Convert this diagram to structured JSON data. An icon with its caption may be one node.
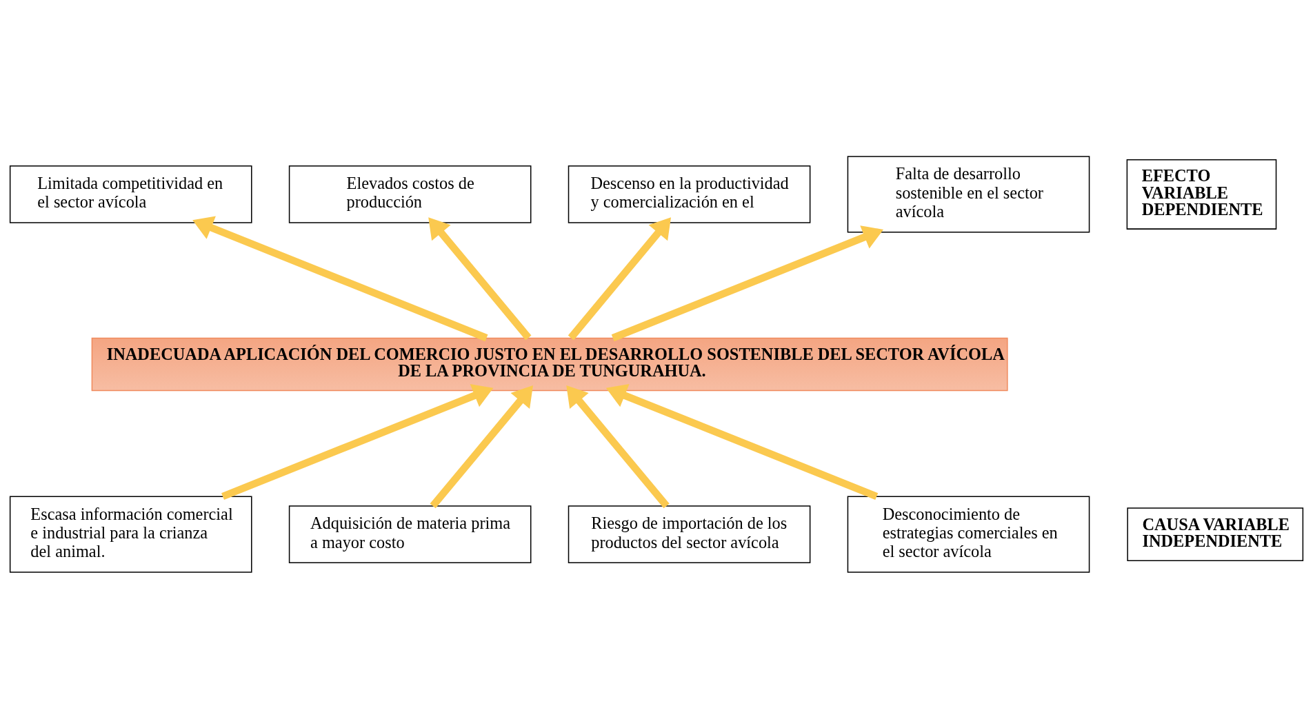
{
  "diagram": {
    "nodes": [
      {
        "text": [
          "Limitada competitividad en el sector avícola"
        ]
      },
      {
        "text": [
          "Elevados costos de producción"
        ]
      },
      {
        "text": [
          "Descenso en la productividad y comercialización en el"
        ]
      },
      {
        "text": [
          "Falta de desarrollo sostenible en el sector avícola"
        ]
      },
      {
        "text": [
          "EFECTO VARIABLE DEPENDIENTE"
        ]
      },
      {
        "text": [
          "INADECUADA APLICACIÓN DEL COMERCIO JUSTO EN EL DESARROLLO SOSTENIBLE DEL SECTOR AVÍCOLA DE LA PROVINCIA DE TUNGURAHUA."
        ]
      },
      {
        "text": [
          "CAUSA VARIABLE INDEPENDIENTE"
        ]
      },
      {
        "text": [
          "Escasa información comercial e industrial para la crianza del animal."
        ]
      },
      {
        "text": [
          "Adquisición de materia prima a mayor costo"
        ]
      },
      {
        "text": [
          "Riesgo de importación de los productos del sector avícola"
        ]
      },
      {
        "text": [
          "Desconocimiento de estrategias comerciales en el sector avícola"
        ]
      }
    ],
    "edges": [
      {
        "from": 7,
        "to": 5,
        "arrow": "to"
      },
      {
        "from": 8,
        "to": 5,
        "arrow": "to"
      },
      {
        "from": 9,
        "to": 5,
        "arrow": "to"
      },
      {
        "from": 10,
        "to": 5,
        "arrow": "to"
      },
      {
        "from": 5,
        "to": 0,
        "arrow": "to"
      },
      {
        "from": 5,
        "to": 1,
        "arrow": "to"
      },
      {
        "from": 5,
        "to": 2,
        "arrow": "to"
      },
      {
        "from": 5,
        "to": 3,
        "arrow": "to"
      }
    ]
  }
}
